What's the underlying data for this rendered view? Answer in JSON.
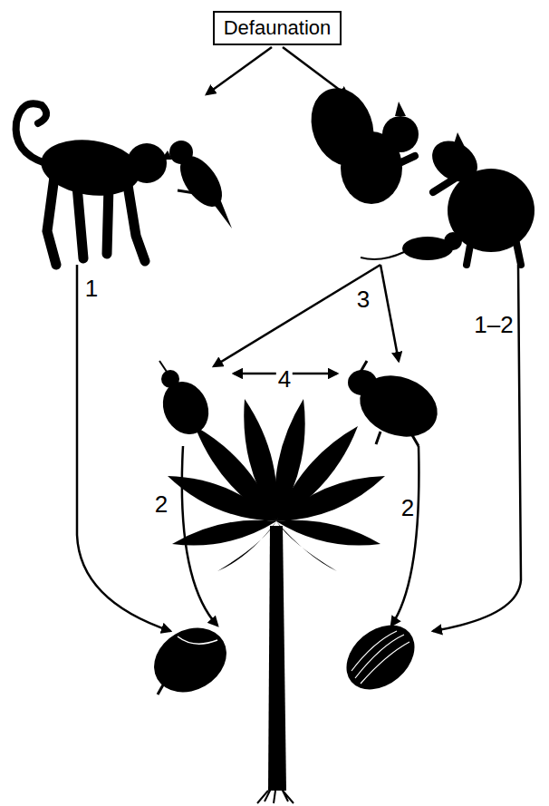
{
  "diagram": {
    "nodes": [
      {
        "text": [
          "Defaunation"
        ]
      }
    ],
    "labels": [
      "1",
      "3",
      "1–2",
      "4",
      "2",
      "2"
    ]
  }
}
